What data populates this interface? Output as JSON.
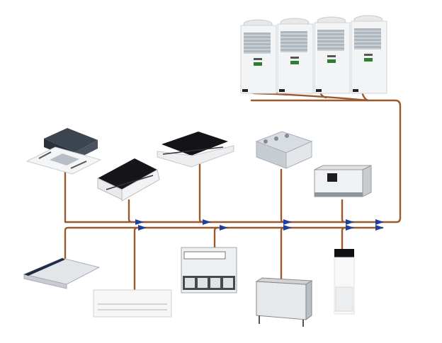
{
  "diagram": {
    "description_labels": [],
    "colors": {
      "background": "#ffffff",
      "pipe": "#9a5a2e",
      "branch_joint": "#1f3f9a",
      "unit_body": "#eef0f2",
      "unit_dark": "#1c1c20",
      "grille": "#9aa4ae",
      "display_green": "#2e7d32"
    },
    "outdoor_units": [
      {
        "name": "outdoor-unit-1"
      },
      {
        "name": "outdoor-unit-2"
      },
      {
        "name": "outdoor-unit-3"
      },
      {
        "name": "outdoor-unit-4"
      }
    ],
    "indoor_units": [
      {
        "type": "four-way-cassette"
      },
      {
        "type": "one-way-cassette"
      },
      {
        "type": "two-way-cassette"
      },
      {
        "type": "ducted-unit"
      },
      {
        "type": "high-static-ducted-unit"
      },
      {
        "type": "ceiling-floor-unit"
      },
      {
        "type": "wall-mounted-unit"
      },
      {
        "type": "console-unit"
      },
      {
        "type": "floor-concealed-unit"
      },
      {
        "type": "floor-standing-column-unit"
      }
    ]
  }
}
